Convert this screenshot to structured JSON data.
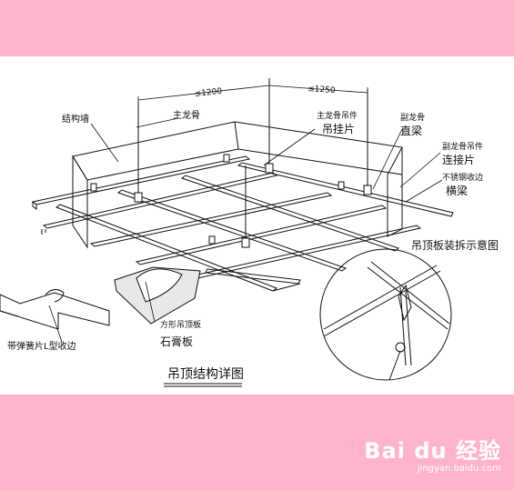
{
  "diagram": {
    "title": "吊顶结构详图",
    "labels": {
      "dim_left": "≤1200",
      "dim_right": "≤1250",
      "wall": "结构墙",
      "main_keel": "主龙骨",
      "main_hanger": "主龙骨吊件",
      "hanger_clip": "吊挂片",
      "secondary_keel": "副龙骨",
      "straight_beam": "直梁",
      "secondary_hanger": "副龙骨吊件",
      "connector": "连接片",
      "stainless_edge": "不锈钢收边",
      "cross_beam": "横梁",
      "detail_title": "吊顶板装拆示意图",
      "square_panel": "方形吊顶板",
      "gypsum_board": "石膏板",
      "spring_edge": "带弹簧片L型收边"
    }
  },
  "watermark": {
    "brand": "Bai du 经验",
    "url": "jingyan.baidu.com"
  }
}
